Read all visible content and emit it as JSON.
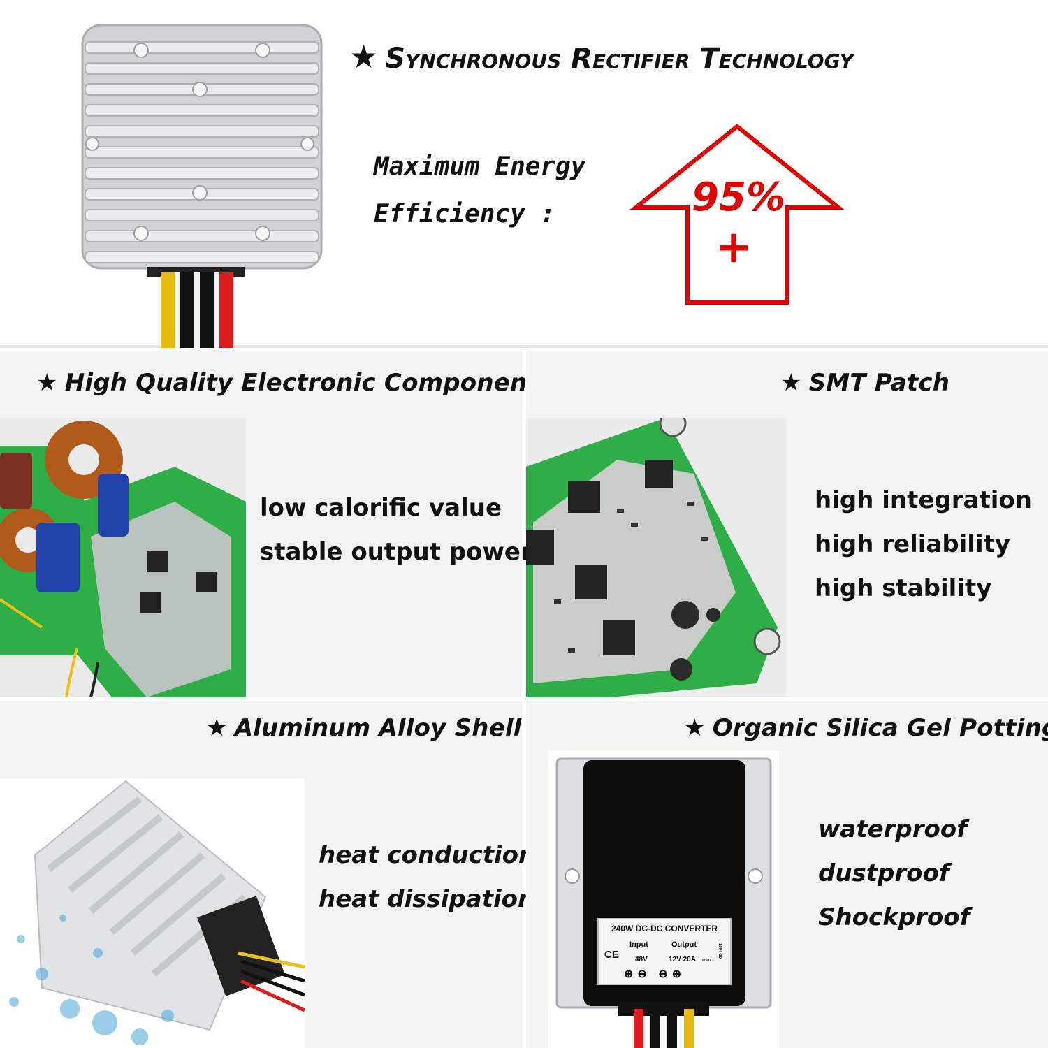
{
  "top": {
    "title": "Synchronous Rectifier Technology",
    "efficiency_label_line1": "Maximum Energy",
    "efficiency_label_line2": "Efficiency :",
    "efficiency_value": "95%",
    "efficiency_plus": "+"
  },
  "sections": [
    {
      "heading": "High Quality Electronic Components",
      "features": [
        "low calorific value",
        "stable output power"
      ]
    },
    {
      "heading": "SMT Patch",
      "features": [
        "high integration",
        "high reliability",
        "high stability"
      ]
    },
    {
      "heading": "Aluminum Alloy Shell",
      "features": [
        "heat conduction",
        "heat dissipation"
      ]
    },
    {
      "heading": "Organic Silica Gel Potting",
      "features": [
        "waterproof",
        "dustproof",
        "Shockproof"
      ]
    }
  ],
  "label_plate": {
    "title": "240W DC-DC CONVERTER",
    "input_label": "Input",
    "output_label": "Output",
    "input_value": "48V",
    "output_value": "12V 20A",
    "output_suffix": "max",
    "ce": "CE",
    "code": "1904-19"
  },
  "colors": {
    "arrow": "#e10000",
    "pcb": "#2fae48",
    "shell": "#d9dde1"
  },
  "icons": [
    "star-icon",
    "up-arrow-icon"
  ]
}
